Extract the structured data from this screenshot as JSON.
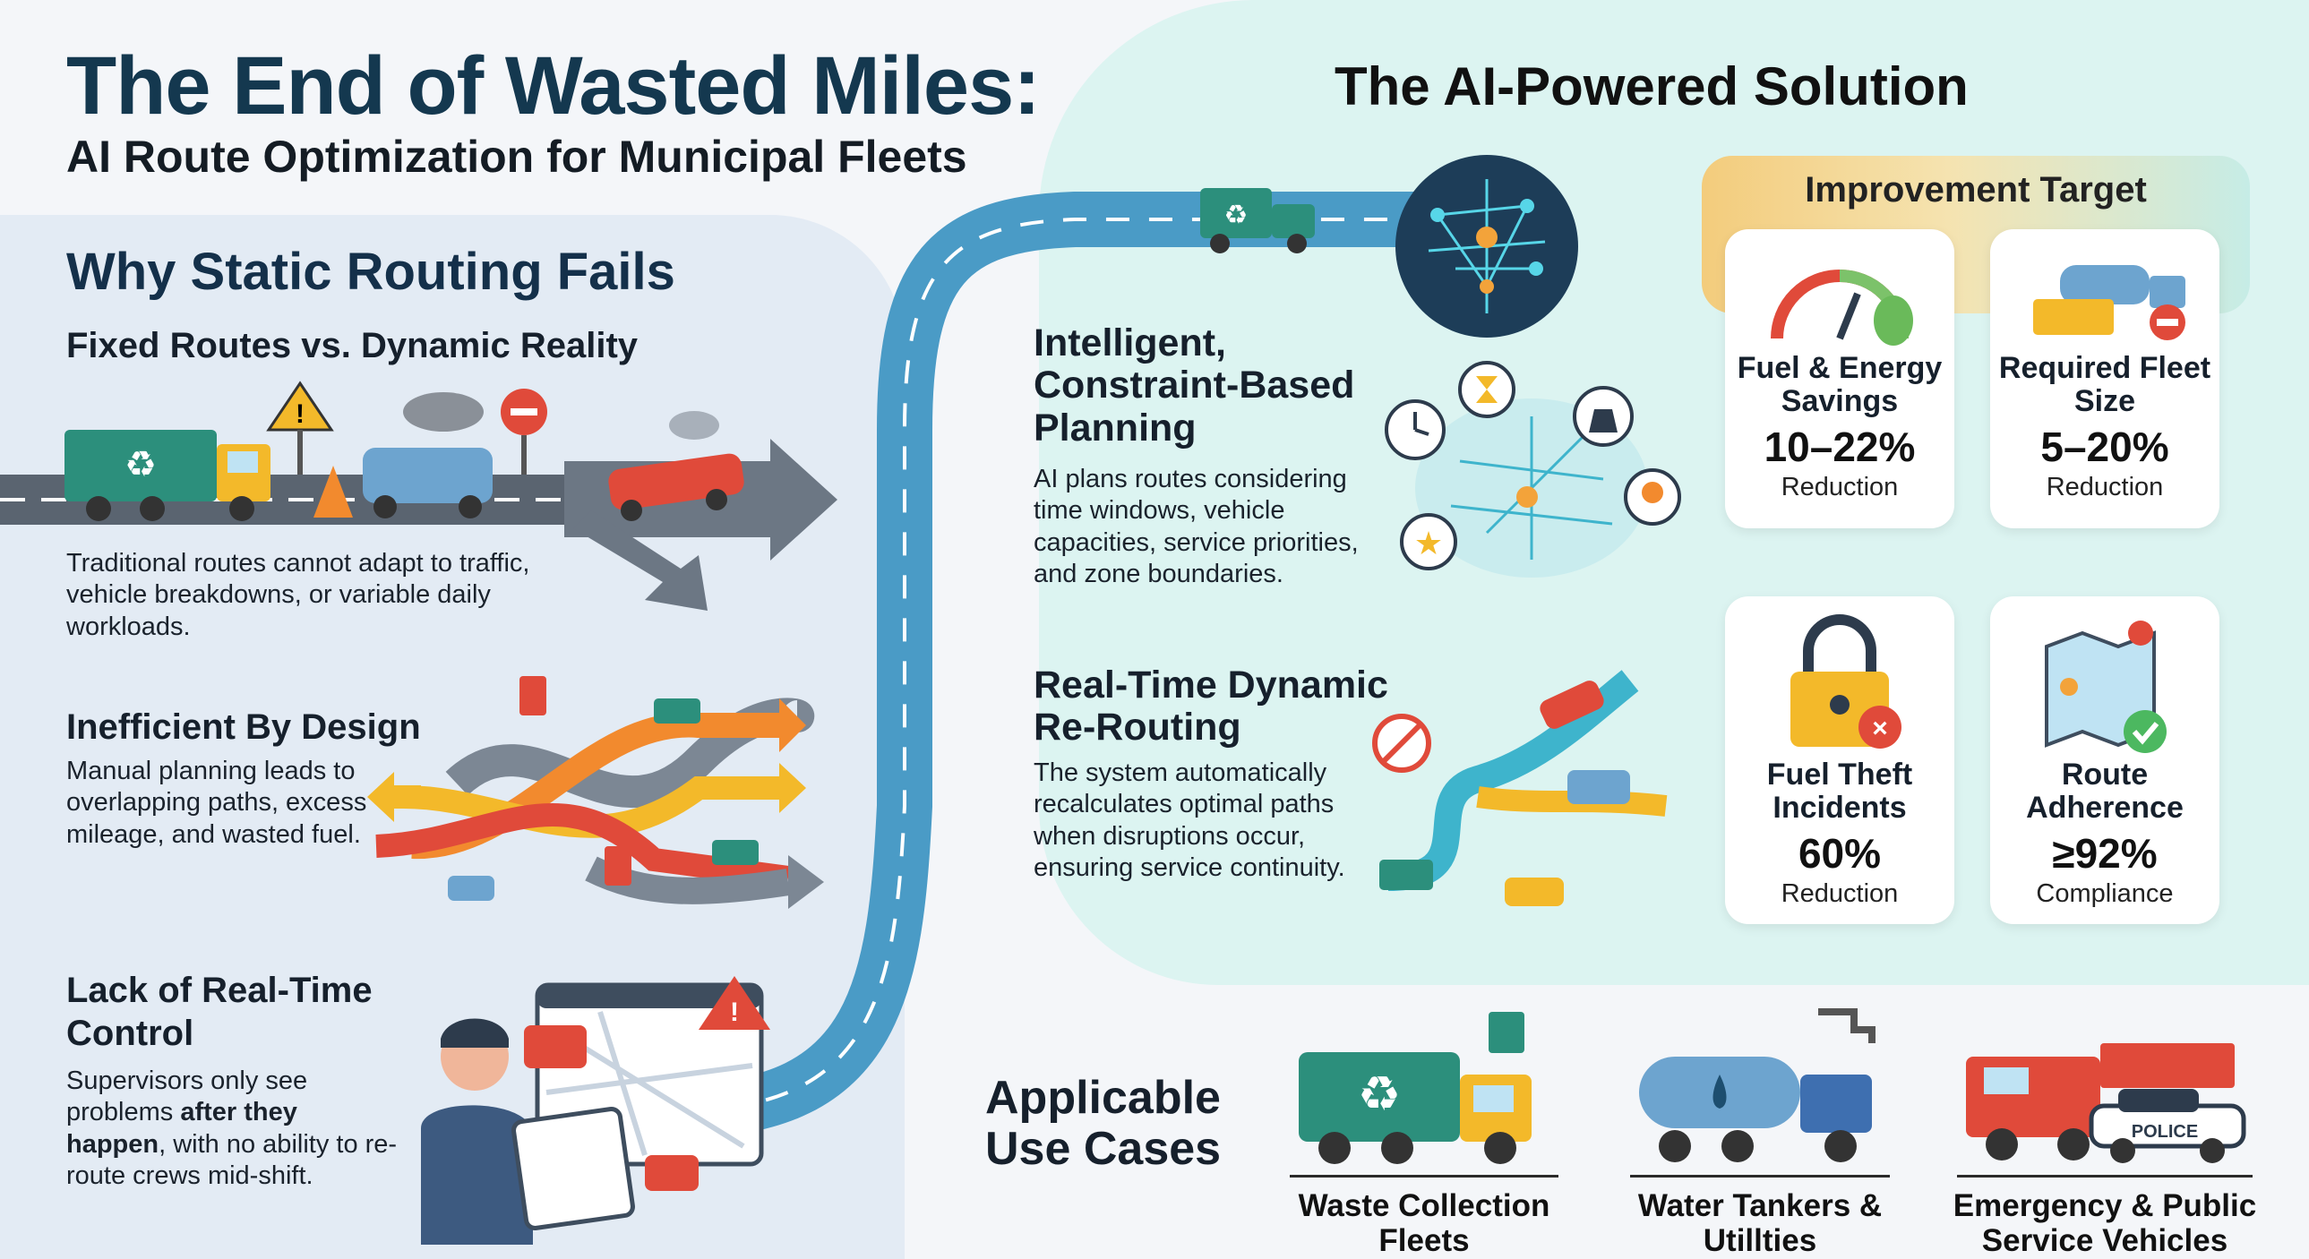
{
  "header": {
    "title": "The End of Wasted Miles:",
    "subtitle": "AI Route Optimization for Municipal Fleets"
  },
  "left": {
    "heading": "Why Static Routing Fails",
    "sections": [
      {
        "title": "Fixed Routes vs. Dynamic Reality",
        "body": "Traditional routes cannot adapt to traffic, vehicle breakdowns, or variable daily workloads."
      },
      {
        "title": "Inefficient By Design",
        "body": "Manual planning leads to overlapping paths, excess mileage, and wasted fuel."
      },
      {
        "title": "Lack of Real-Time Control",
        "body_pre": "Supervisors only see problems ",
        "body_bold": "after they happen",
        "body_post": ", with no ability to re-route crews mid-shift."
      }
    ]
  },
  "right": {
    "heading": "The AI-Powered Solution",
    "features": [
      {
        "title": "Intelligent, Constraint-Based Planning",
        "body": "AI plans routes considering time windows, vehicle capacities, service priorities, and zone boundaries."
      },
      {
        "title": "Real-Time Dynamic Re-Routing",
        "body": "The system automatically recalculates optimal paths when disruptions occur, ensuring service continuity."
      }
    ],
    "target": {
      "title": "Improvement Target",
      "cards": [
        {
          "label": "Fuel & Energy Savings",
          "value": "10–22%",
          "unit": "Reduction",
          "icon": "fuel-gauge-icon"
        },
        {
          "label": "Required Fleet Size",
          "value": "5–20%",
          "unit": "Reduction",
          "icon": "fleet-trucks-icon"
        },
        {
          "label": "Fuel Theft Incidents",
          "value": "60%",
          "unit": "Reduction",
          "icon": "padlock-icon"
        },
        {
          "label": "Route Adherence",
          "value": "≥92%",
          "unit": "Compliance",
          "icon": "map-check-icon"
        }
      ]
    }
  },
  "use_cases": {
    "heading": "Applicable Use Cases",
    "items": [
      {
        "label": "Waste Collection Fleets",
        "icon": "garbage-truck-icon"
      },
      {
        "label": "Water Tankers & Utillties",
        "icon": "water-tanker-icon"
      },
      {
        "label": "Emergency & Public Service Vehicles",
        "icon": "fire-truck-icon"
      }
    ],
    "police_text": "POLICE"
  },
  "colors": {
    "title": "#14384f",
    "road": "#4a9bc6",
    "road_dark": "#5a6470",
    "teal": "#dcf4f1",
    "panel_left": "#e3ebf4",
    "green_truck": "#2c8f7c",
    "yellow": "#f3b92a",
    "red": "#e04a3a",
    "orange": "#f28a2e"
  }
}
